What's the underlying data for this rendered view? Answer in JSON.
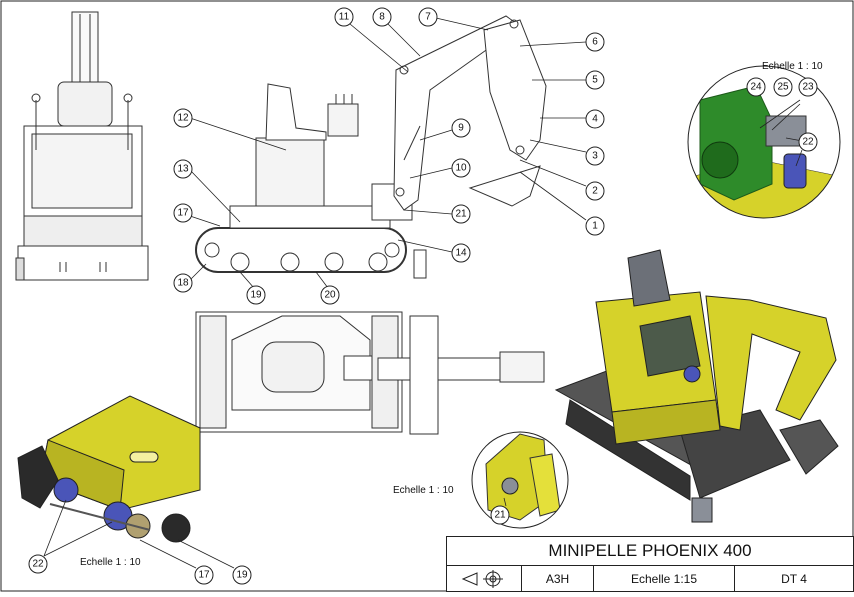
{
  "title_block": {
    "title": "MINIPELLE PHOENIX 400",
    "format": "A3H",
    "scale": "Echelle 1:15",
    "sheet_id": "DT 4"
  },
  "scale_labels": {
    "detail_engine": "Echelle 1 : 10",
    "detail_bracket": "Echelle 1 : 10",
    "detail_track": "Echelle 1 : 10"
  },
  "callouts": [
    "1",
    "2",
    "3",
    "4",
    "5",
    "6",
    "7",
    "8",
    "9",
    "10",
    "11",
    "12",
    "13",
    "14",
    "17",
    "18",
    "19",
    "20",
    "21",
    "22",
    "23",
    "24",
    "25"
  ],
  "colors": {
    "part_yellow": "#d6d22a",
    "engine_green": "#2e8b2a",
    "hydraulic_blue": "#4a55b8",
    "steel_grey": "#8a8f98",
    "line": "#222222"
  }
}
